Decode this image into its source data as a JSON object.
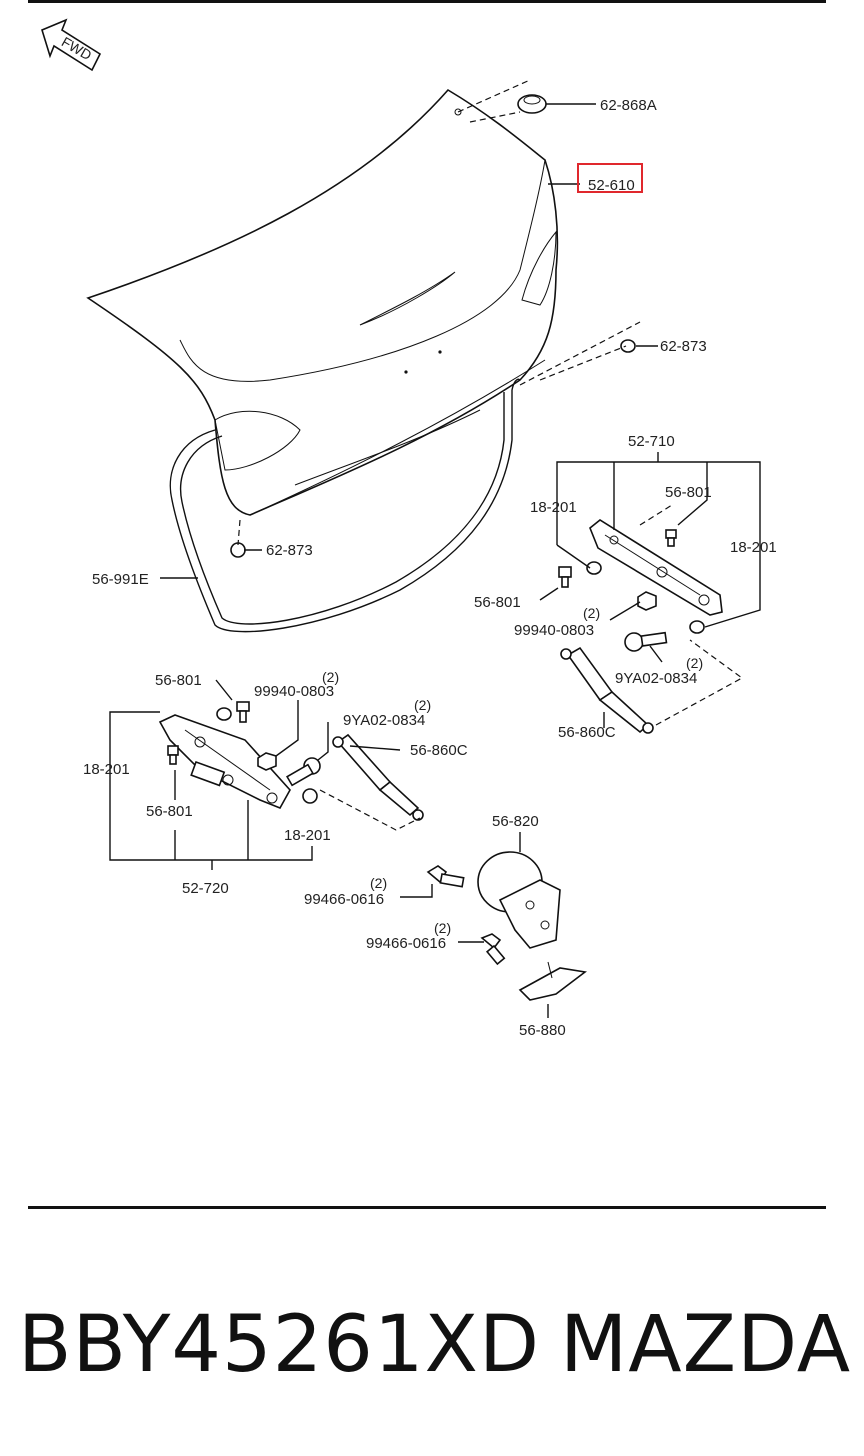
{
  "fwd_label": "FWD",
  "highlight_color": "#e0282d",
  "callouts": {
    "trunk_lid": "52-610",
    "lid_plug_top": "62-868A",
    "lid_plug_right": "62-873",
    "lid_plug_left": "62-873",
    "weatherstrip": "56-991E",
    "hinge_right": "52-710",
    "hinge_right_screw_top": "56-801",
    "hinge_right_washer_left": "18-201",
    "hinge_right_washer_right": "18-201",
    "hinge_right_screw_bottom": "56-801",
    "hinge_right_nut": "99940-0803",
    "hinge_right_nut_qty": "(2)",
    "hinge_right_bolt": "9YA02-0834",
    "hinge_right_bolt_qty": "(2)",
    "damper_right": "56-860C",
    "hinge_left": "52-720",
    "hinge_left_screw_top": "56-801",
    "hinge_left_nut": "99940-0803",
    "hinge_left_nut_qty": "(2)",
    "hinge_left_bolt": "9YA02-0834",
    "hinge_left_bolt_qty": "(2)",
    "damper_left": "56-860C",
    "hinge_left_washer_left": "18-201",
    "hinge_left_screw_bottom": "56-801",
    "hinge_left_washer_bottom": "18-201",
    "lock_actuator": "56-820",
    "lock_bolt_1": "99466-0616",
    "lock_bolt_1_qty": "(2)",
    "lock_bolt_2": "99466-0616",
    "lock_bolt_2_qty": "(2)",
    "striker": "56-880"
  },
  "footer": {
    "part_number": "BBY45261XD",
    "brand": "MAZDA"
  }
}
